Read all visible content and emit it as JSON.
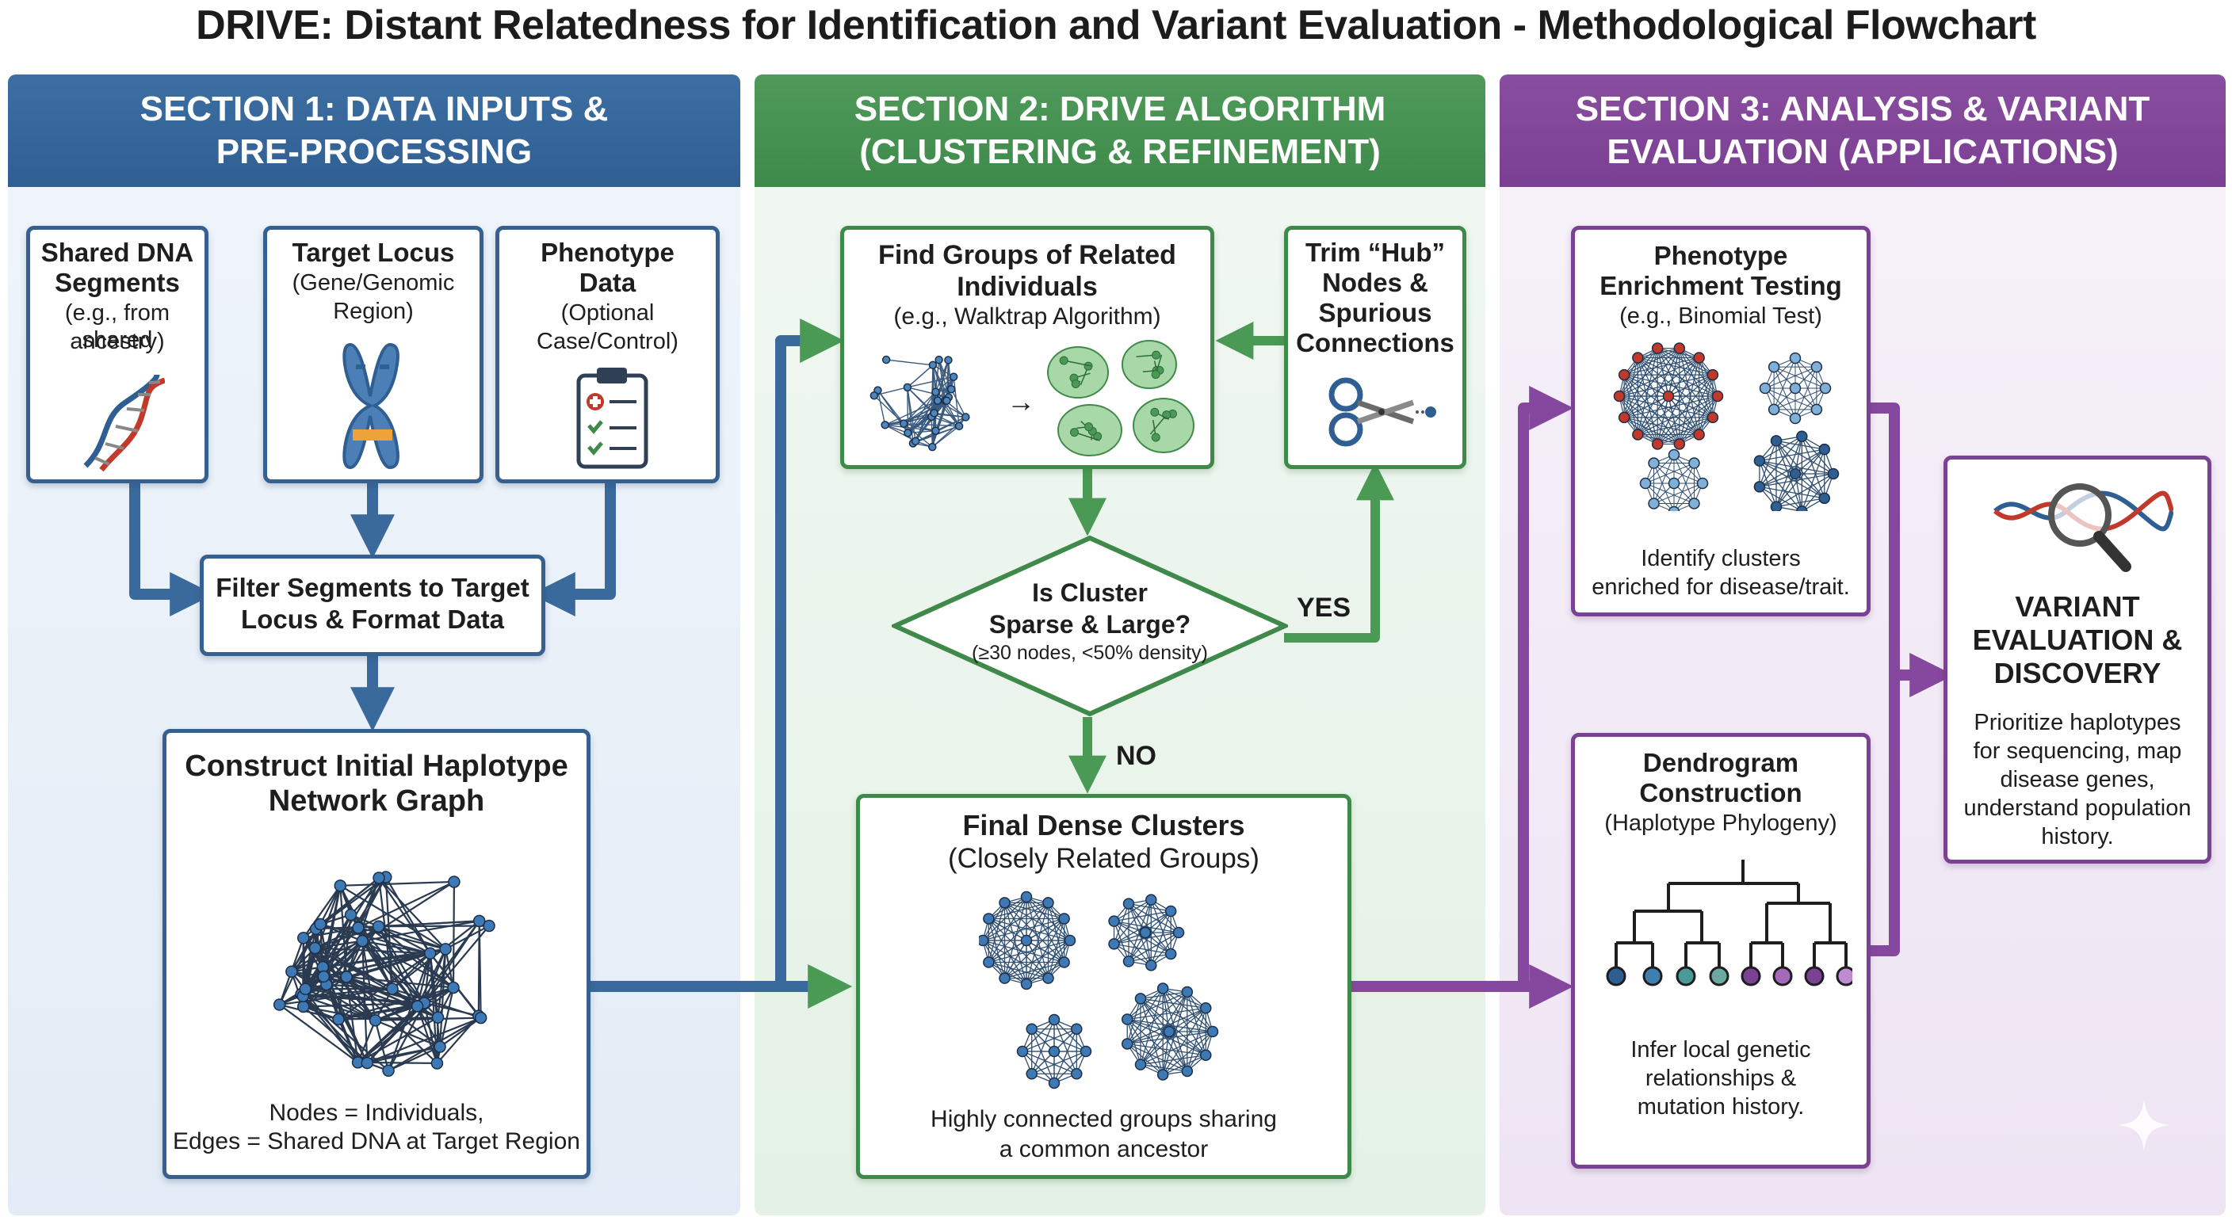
{
  "title": "DRIVE: Distant Relatedness for Identification and Variant Evaluation - Methodological Flowchart",
  "sections": {
    "s1": {
      "line1": "SECTION 1: DATA INPUTS &",
      "line2": "PRE-PROCESSING"
    },
    "s2": {
      "line1": "SECTION 2: DRIVE ALGORITHM",
      "line2": "(CLUSTERING & REFINEMENT)"
    },
    "s3": {
      "line1": "SECTION 3: ANALYSIS & VARIANT",
      "line2": "EVALUATION (APPLICATIONS)"
    }
  },
  "section1": {
    "shared_dna": {
      "title1": "Shared DNA",
      "title2": "Segments",
      "sub1": "(e.g., from shared",
      "sub2": "ancestry)"
    },
    "target_locus": {
      "title1": "Target Locus",
      "sub1": "(Gene/Genomic",
      "sub2": "Region)"
    },
    "phenotype": {
      "title1": "Phenotype",
      "title2": "Data",
      "sub1": "(Optional",
      "sub2": "Case/Control)"
    },
    "filter": {
      "line1": "Filter Segments to Target",
      "line2": "Locus & Format Data"
    },
    "construct": {
      "title1": "Construct Initial Haplotype",
      "title2": "Network Graph",
      "caption1": "Nodes = Individuals,",
      "caption2": "Edges = Shared DNA at Target Region"
    }
  },
  "section2": {
    "find_groups": {
      "title1": "Find Groups of Related",
      "title2": "Individuals",
      "sub1": "(e.g., Walktrap Algorithm)"
    },
    "trim": {
      "line1": "Trim “Hub”",
      "line2": "Nodes &",
      "line3": "Spurious",
      "line4": "Connections"
    },
    "decision": {
      "line1": "Is Cluster",
      "line2": "Sparse & Large?",
      "line3": "(≥30 nodes, <50% density)"
    },
    "yes_label": "YES",
    "no_label": "NO",
    "final": {
      "title1": "Final Dense Clusters",
      "title2": "(Closely Related Groups)",
      "caption1": "Highly connected groups sharing",
      "caption2": "a common ancestor"
    }
  },
  "section3": {
    "enrichment": {
      "title1": "Phenotype",
      "title2": "Enrichment Testing",
      "sub1": "(e.g., Binomial Test)",
      "caption1": "Identify clusters",
      "caption2": "enriched for disease/trait."
    },
    "dendrogram": {
      "title1": "Dendrogram",
      "title2": "Construction",
      "sub1": "(Haplotype Phylogeny)",
      "caption1": "Infer local genetic",
      "caption2": "relationships &",
      "caption3": "mutation history."
    },
    "variant": {
      "title1": "VARIANT",
      "title2": "EVALUATION &",
      "title3": "DISCOVERY",
      "body1": "Prioritize haplotypes",
      "body2": "for sequencing, map",
      "body3": "disease genes,",
      "body4": "understand population",
      "body5": "history."
    }
  },
  "colors": {
    "blue": "#35608f",
    "green": "#3f8a4a",
    "purple": "#7a4292",
    "red_node": "#c0392b",
    "teal_node": "#4a9a9a"
  }
}
